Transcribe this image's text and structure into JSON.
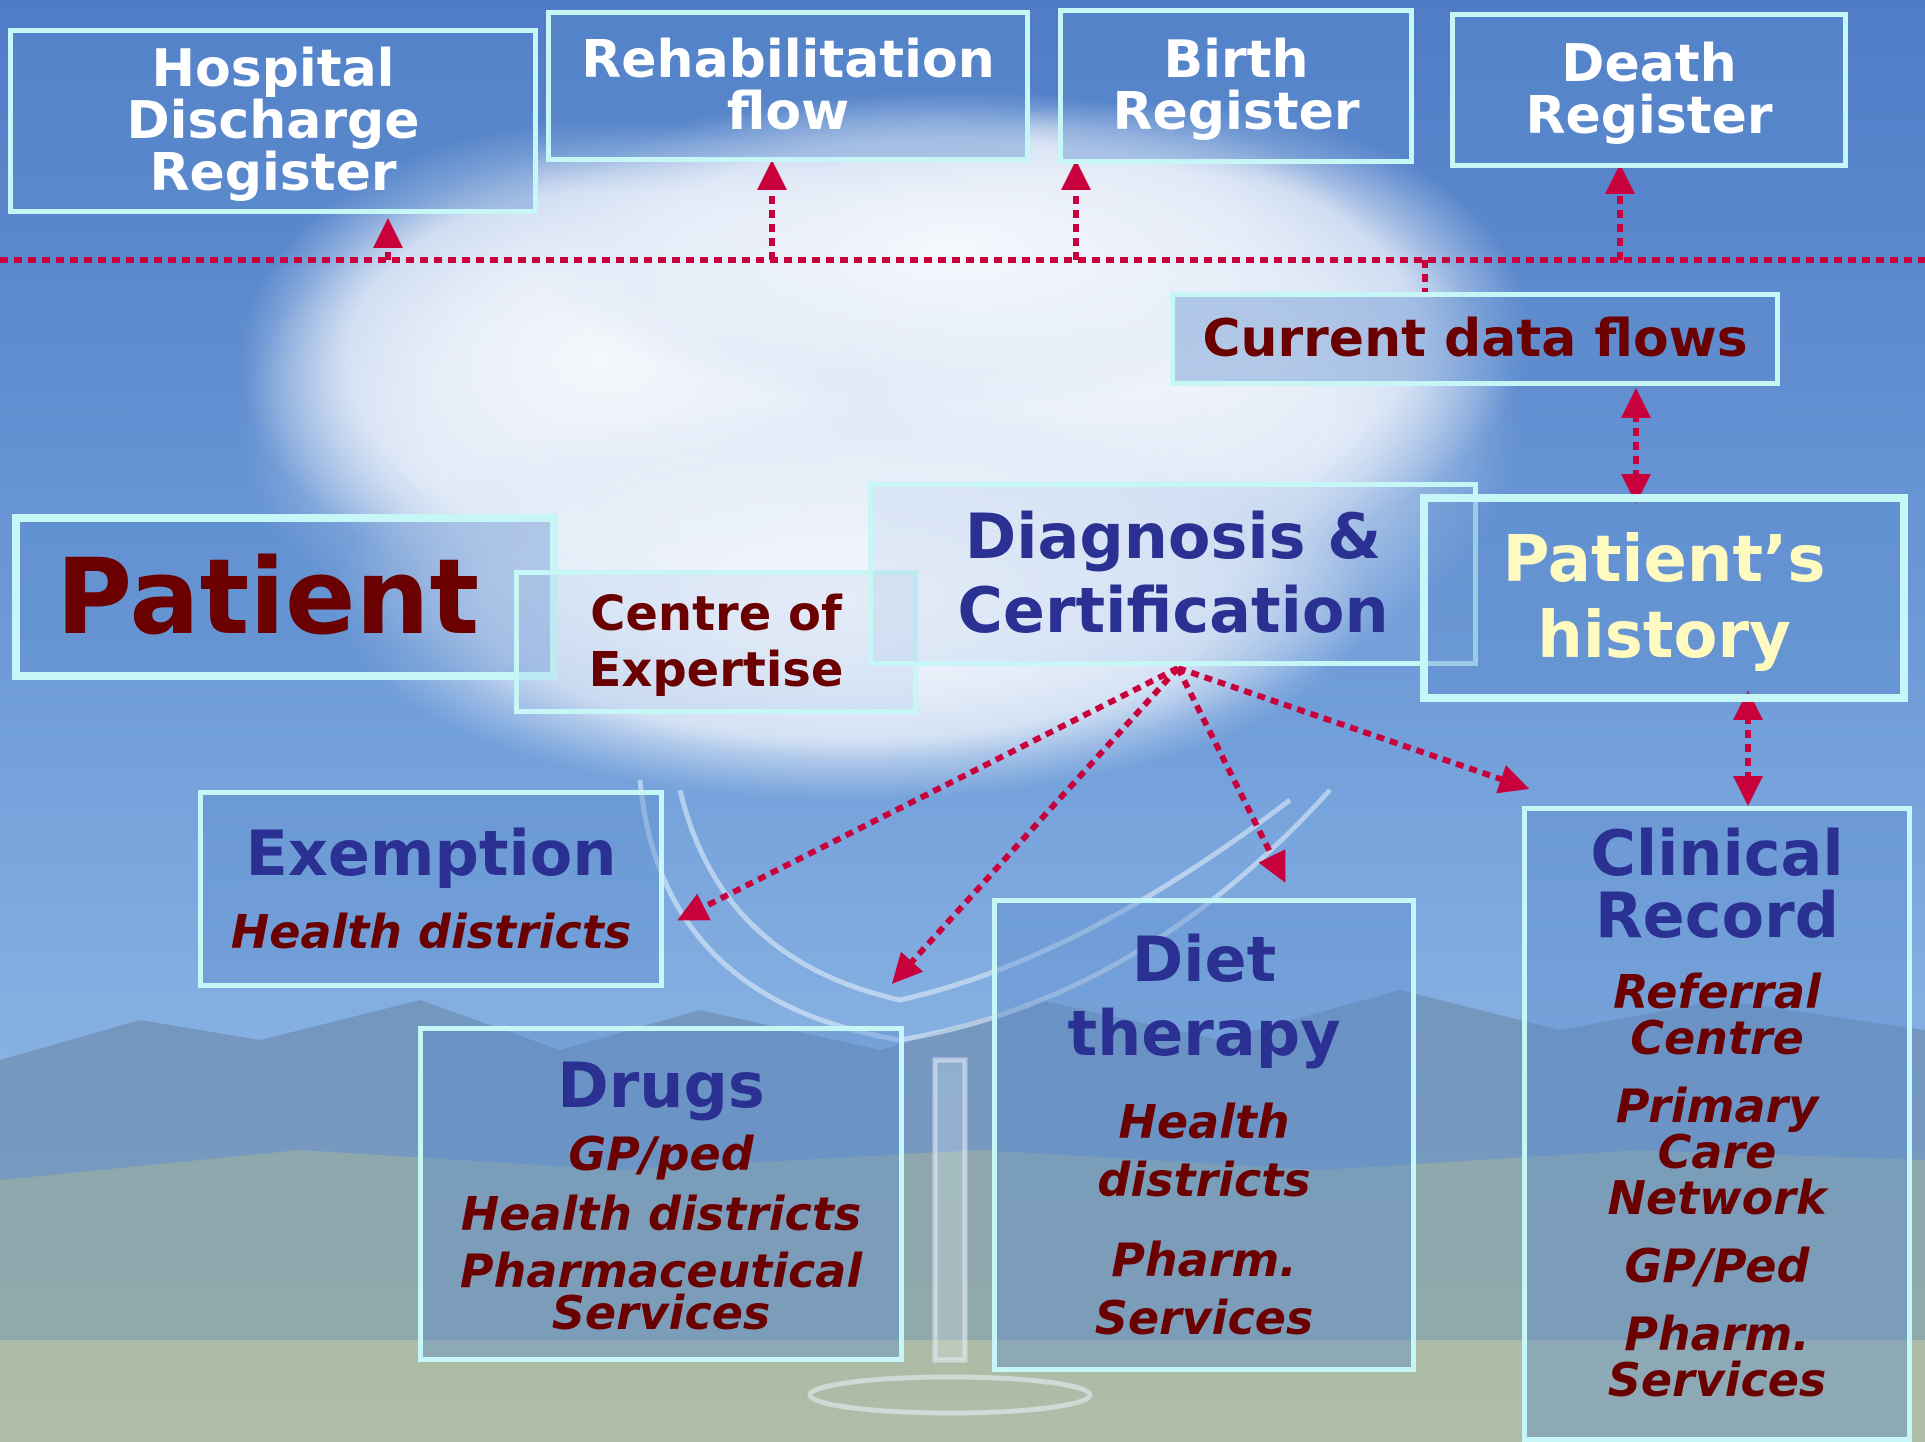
{
  "colors": {
    "connector": "#c8003c",
    "box_border": "#c6f6f6",
    "heading_navy": "#2b3193",
    "text_maroon": "#6b0000",
    "text_cream": "#fffac0"
  },
  "registers": [
    {
      "lines": [
        "Hospital",
        "Discharge",
        "Register"
      ]
    },
    {
      "lines": [
        "Rehabilitation",
        "flow"
      ]
    },
    {
      "lines": [
        "Birth",
        "Register"
      ]
    },
    {
      "lines": [
        "Death",
        "Register"
      ]
    }
  ],
  "current_flows": "Current data flows",
  "patient": "Patient",
  "centre": [
    "Centre of",
    "Expertise"
  ],
  "diagnosis": [
    "Diagnosis &",
    "Certification"
  ],
  "history": [
    "Patient’s",
    "history"
  ],
  "exemption": {
    "title": "Exemption",
    "items": [
      "Health districts"
    ]
  },
  "drugs": {
    "title": "Drugs",
    "items": [
      "GP/ped",
      "Health districts",
      "Pharmaceutical",
      "Services"
    ]
  },
  "diet": {
    "title": [
      "Diet",
      "therapy"
    ],
    "items": [
      "Health",
      "districts",
      "Pharm.",
      "Services"
    ]
  },
  "clinical": {
    "title": [
      "Clinical",
      "Record"
    ],
    "items": [
      "Referral",
      "Centre",
      "Primary",
      "Care",
      "Network",
      "GP/Ped",
      "Pharm.",
      "Services"
    ]
  }
}
